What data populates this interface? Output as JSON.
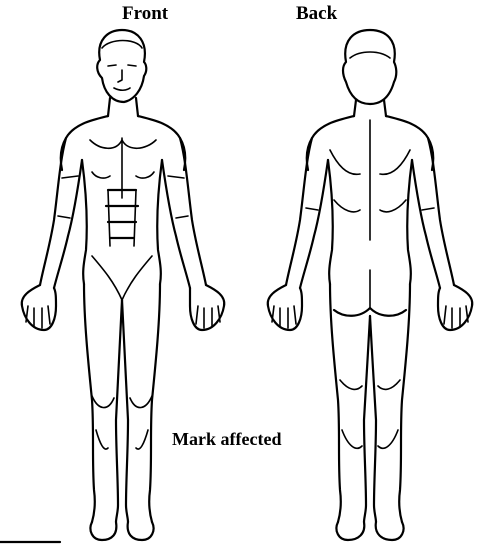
{
  "labels": {
    "front": "Front",
    "back": "Back",
    "mark": "Mark affected"
  },
  "icons": {
    "front_figure": "human-body-front-outline",
    "back_figure": "human-body-back-outline"
  },
  "colors": {
    "ink": "#000000",
    "background": "#ffffff"
  }
}
